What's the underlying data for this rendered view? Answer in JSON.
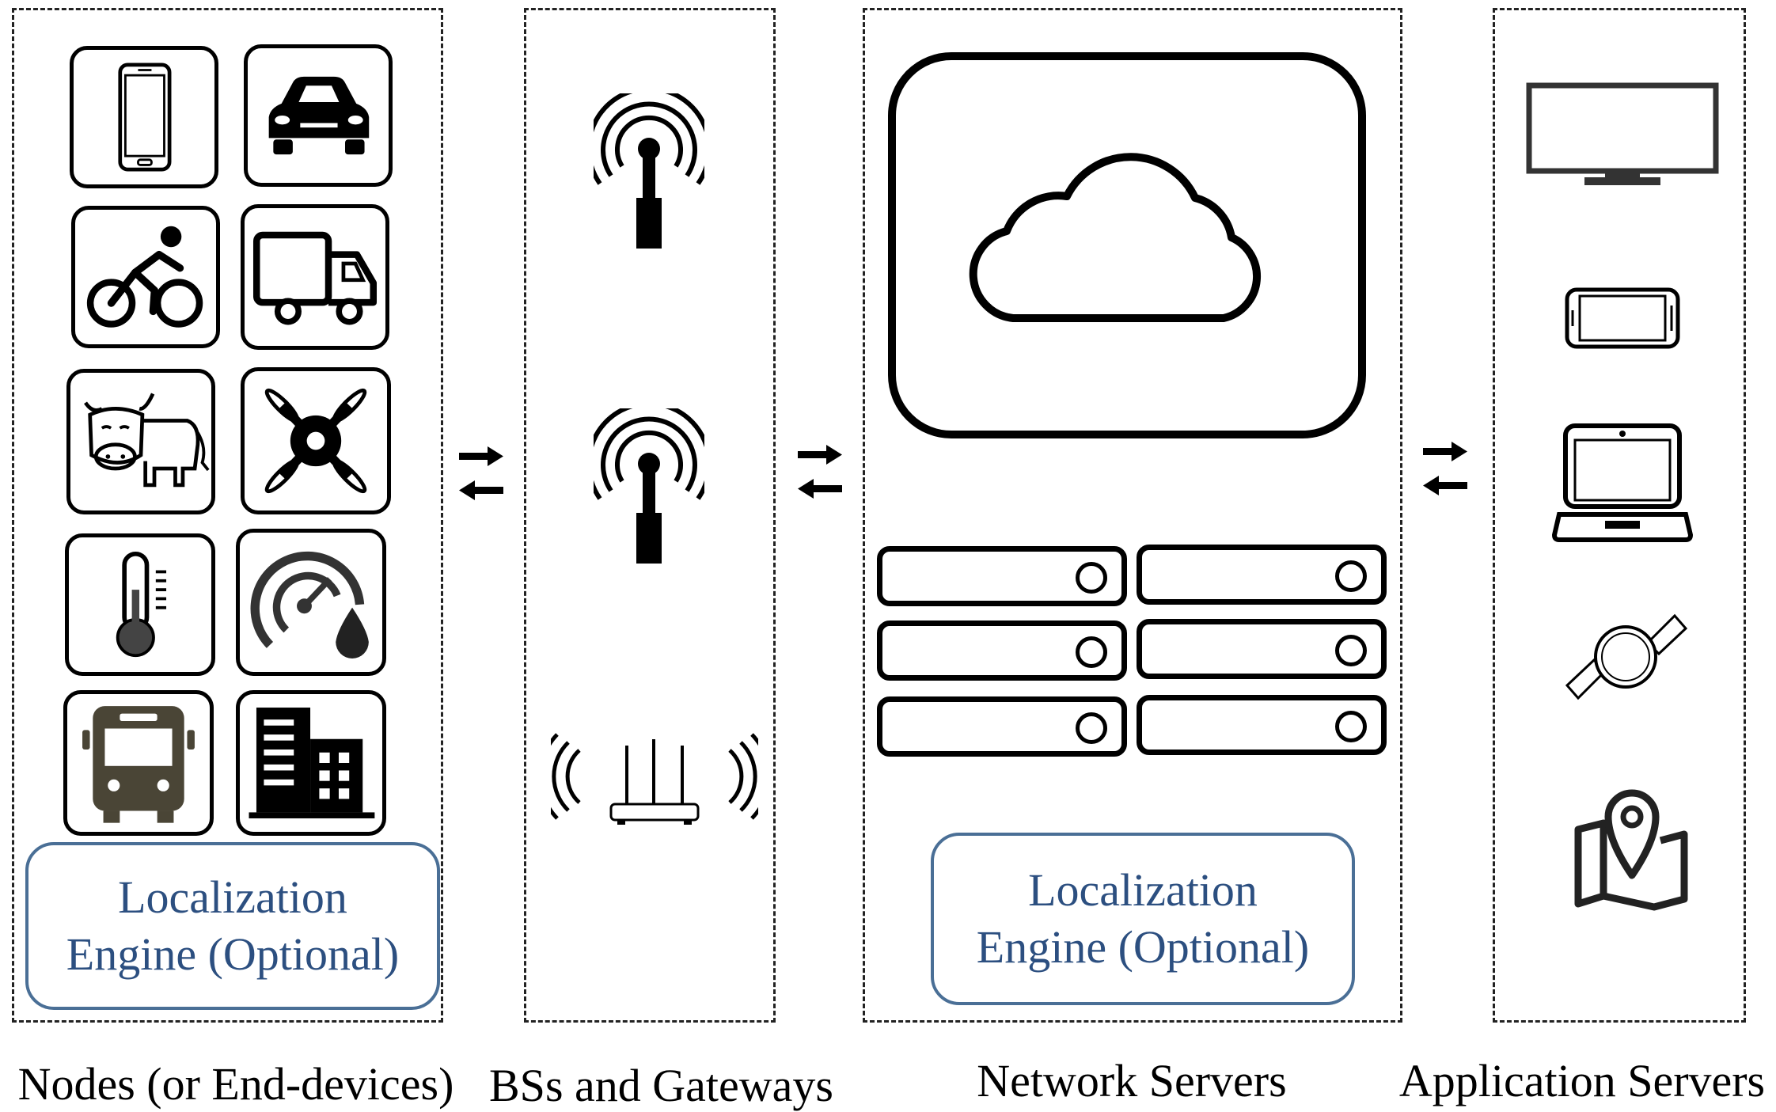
{
  "panels": {
    "nodes": {
      "caption": "Nodes (or End-devices)",
      "engine_line1": "Localization",
      "engine_line2": "Engine (Optional)",
      "icons": [
        "smartphone-icon",
        "car-icon",
        "cyclist-icon",
        "truck-icon",
        "cow-icon",
        "drone-icon",
        "thermometer-icon",
        "gauge-drop-icon",
        "bus-icon",
        "building-icon"
      ]
    },
    "gateways": {
      "caption": "BSs and Gateways",
      "icons": [
        "antenna-icon",
        "antenna-icon",
        "wifi-router-icon"
      ]
    },
    "network": {
      "caption": "Network Servers",
      "engine_line1": "Localization",
      "engine_line2": "Engine (Optional)",
      "icons": [
        "cloud-icon",
        "server-rack-icon"
      ]
    },
    "application": {
      "caption": "Application Servers",
      "icons": [
        "monitor-icon",
        "phone-icon",
        "laptop-icon",
        "smartwatch-icon",
        "map-pin-icon"
      ]
    }
  },
  "colors": {
    "engine_border": "#4a6f96",
    "engine_text": "#2c4f80",
    "bus_fill": "#4a4536"
  }
}
